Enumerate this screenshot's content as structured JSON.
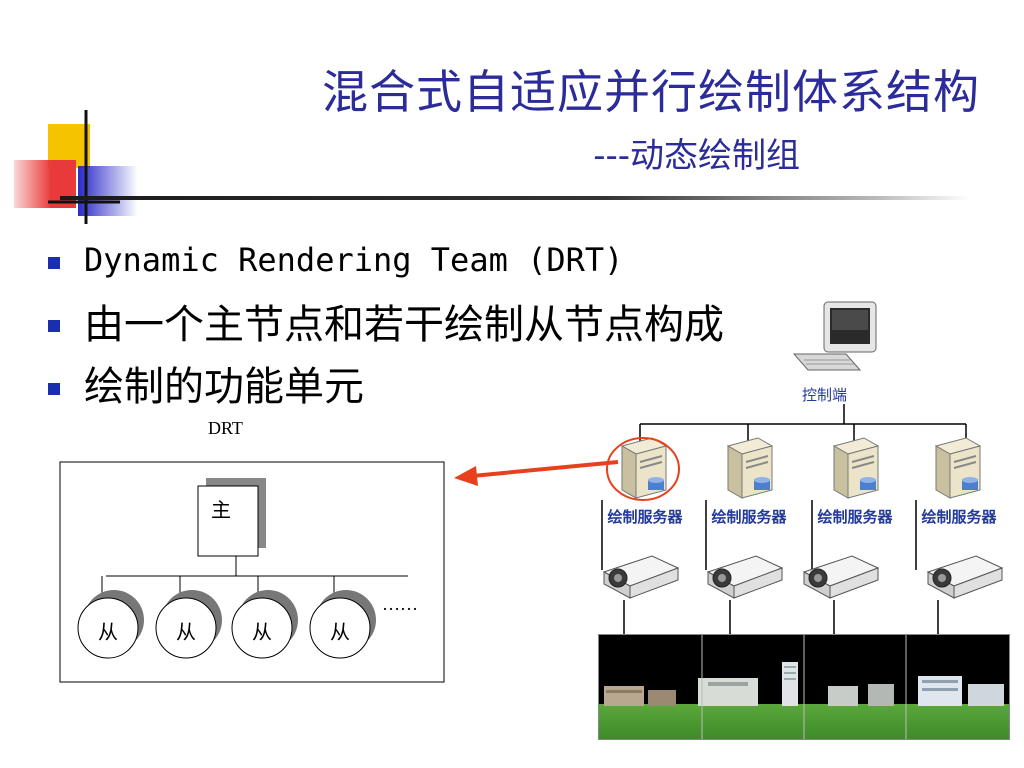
{
  "slide": {
    "title": "混合式自适应并行绘制体系结构",
    "subtitle": "---动态绘制组"
  },
  "bullets": [
    {
      "text": "Dynamic Rendering Team (DRT)"
    },
    {
      "text": "由一个主节点和若干绘制从节点构成"
    },
    {
      "text": "绘制的功能单元"
    }
  ],
  "diagram": {
    "caption": "DRT",
    "master_label": "主",
    "slave_labels": [
      "从",
      "从",
      "从",
      "从"
    ],
    "ellipsis": "……",
    "controller_label": "控制端",
    "server_labels": [
      "绘制服务器",
      "绘制服务器",
      "绘制服务器",
      "绘制服务器"
    ]
  },
  "colors": {
    "title": "#2b2b9a",
    "bullet": "#1a2fb0",
    "arrow": "#e8401c",
    "server_label": "#233a9a"
  }
}
